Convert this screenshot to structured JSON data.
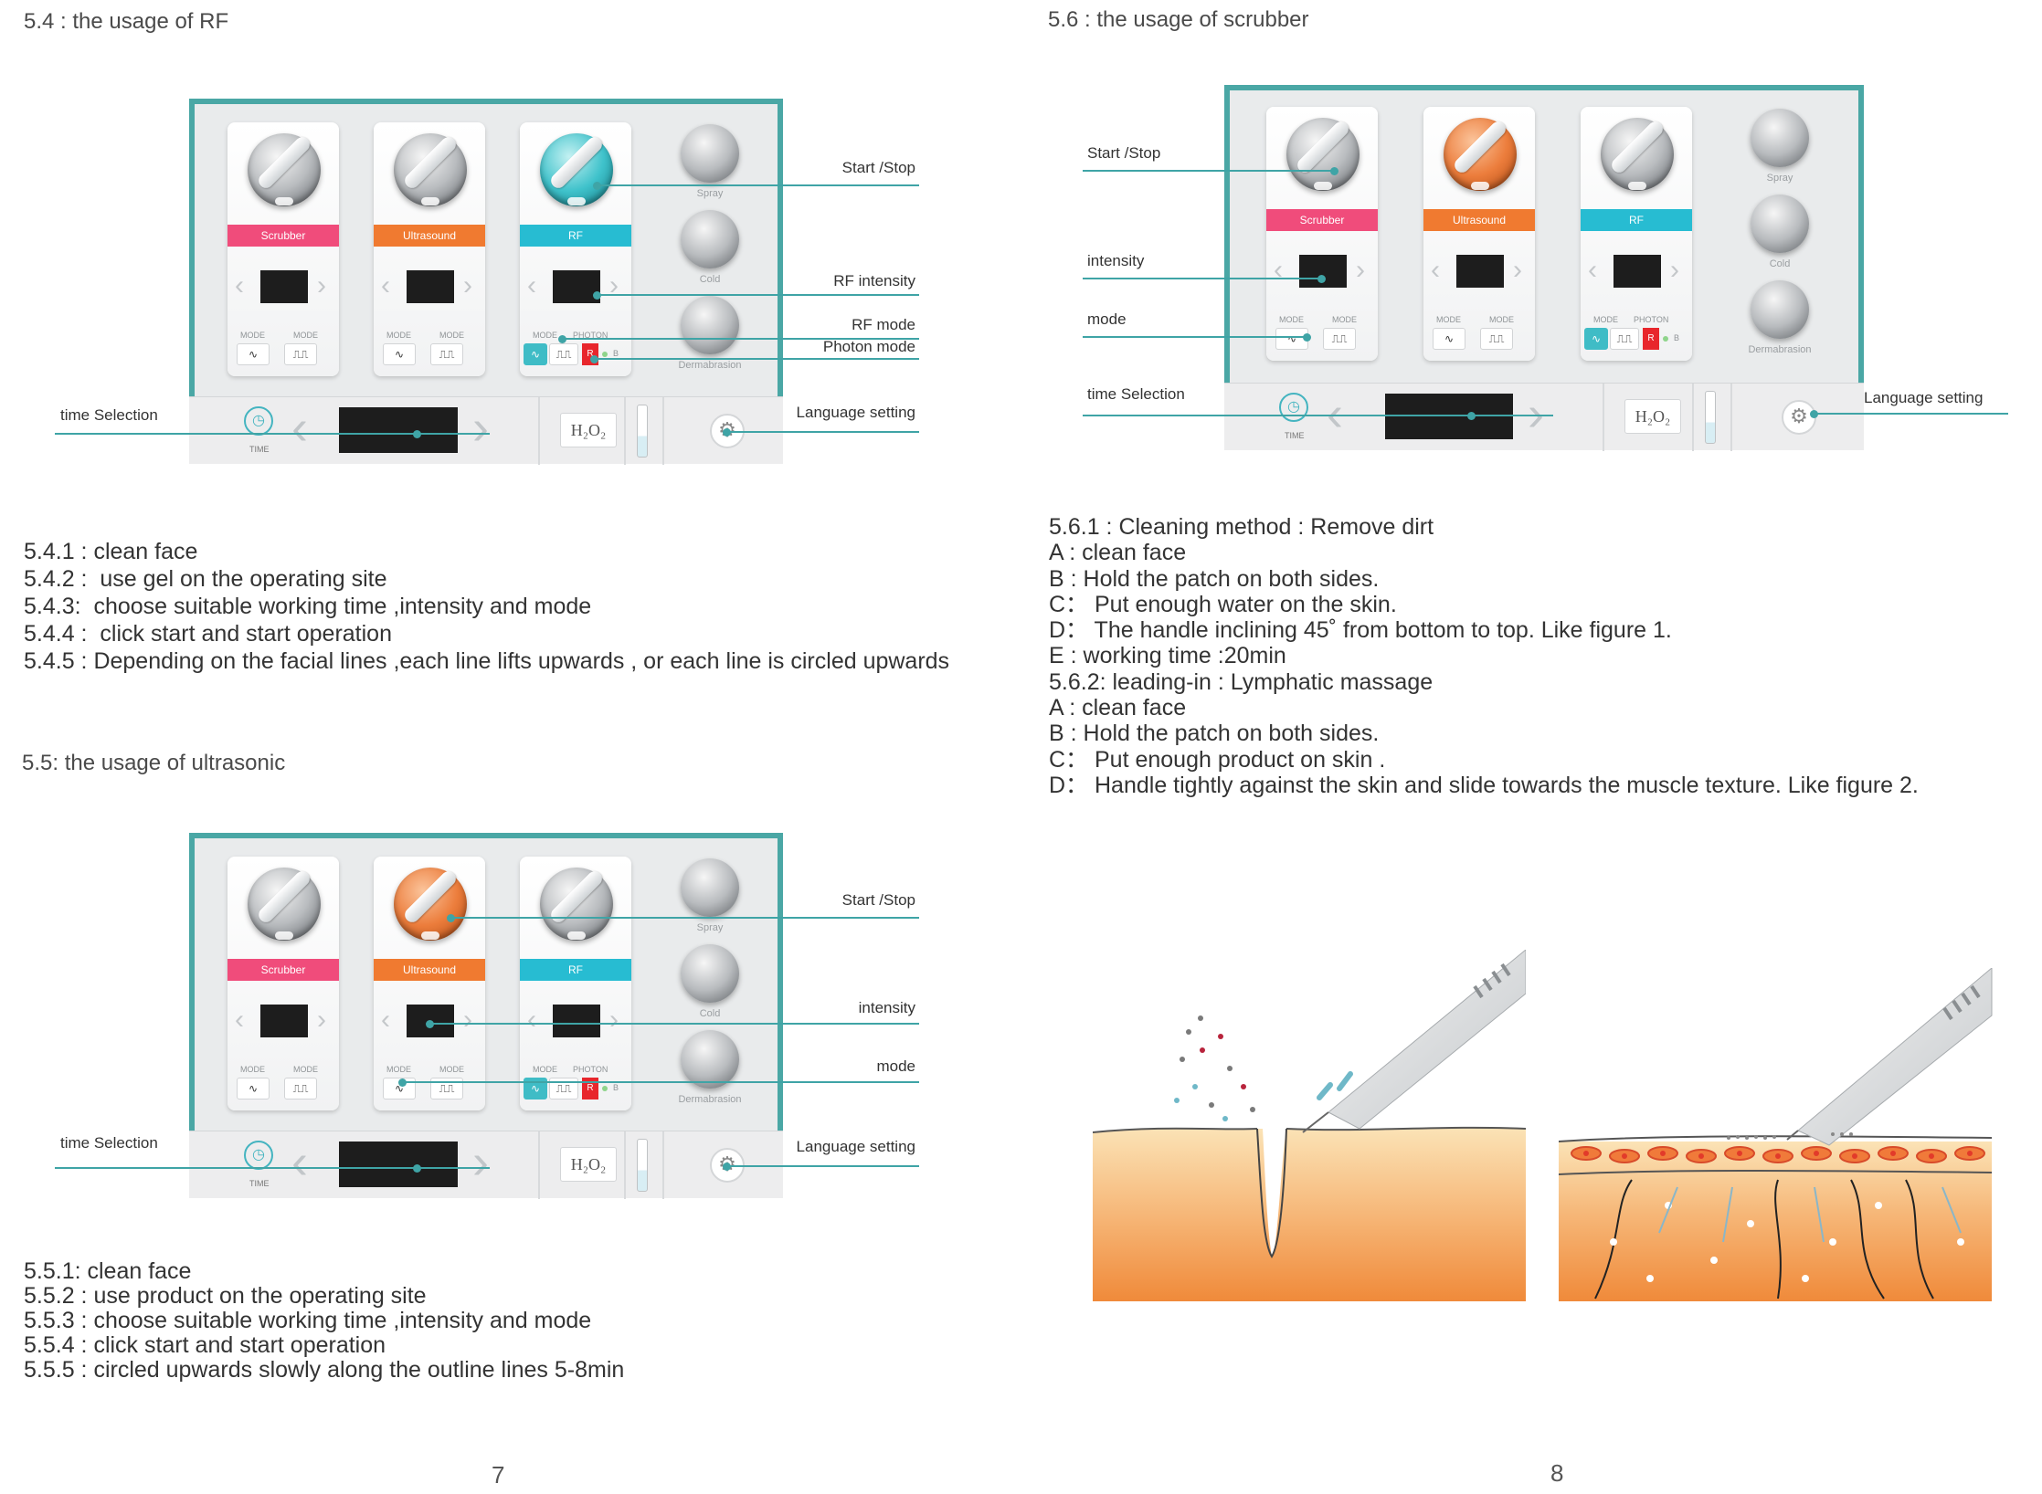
{
  "page_left": {
    "rf": {
      "title": "5.4 : the  usage of RF",
      "callouts": {
        "start_stop": "Start /Stop",
        "intensity": "RF intensity",
        "mode": "RF mode",
        "photon_mode": "Photon mode",
        "language": "Language setting",
        "time": "time  Selection"
      },
      "steps": [
        "5.4.1 : clean face",
        "5.4.2 :  use gel on the operating site",
        "5.4.3:  choose suitable working time ,intensity and mode",
        "5.4.4 :  click start and start operation",
        "5.4.5 : Depending on the facial lines ,each line lifts upwards , or each line is circled upwards"
      ]
    },
    "ultrasonic": {
      "title": "5.5: the  usage of ultrasonic",
      "callouts": {
        "start_stop": "Start /Stop",
        "intensity": "intensity",
        "mode": "mode",
        "language": "Language setting",
        "time": "time  Selection"
      },
      "steps": [
        "5.5.1: clean face",
        "5.5.2 : use product on the operating site",
        "5.5.3 : choose suitable working time ,intensity and mode",
        "5.5.4 : click start and start operation",
        "5.5.5 : circled upwards slowly along the outline lines 5-8min"
      ]
    },
    "page_number": "7"
  },
  "page_right": {
    "scrubber": {
      "title": "5.6 : the  usage of scrubber",
      "callouts": {
        "start_stop": "Start /Stop",
        "intensity": "intensity",
        "mode": "mode",
        "language": "Language setting",
        "time": "time  Selection"
      },
      "steps": [
        "5.6.1 : Cleaning method : Remove dirt",
        "A : clean face",
        "B : Hold the patch on both sides.",
        "C： Put enough water on the skin.",
        "D： The handle inclining 45˚  from bottom to top. Like figure 1.",
        "E : working time :20min",
        "5.6.2: leading-in : Lymphatic massage",
        "A : clean face",
        "B : Hold the patch on both sides.",
        "C： Put enough product on skin .",
        "D： Handle tightly against the skin and slide towards the muscle texture. Like figure 2."
      ]
    },
    "page_number": "8"
  },
  "device_panel": {
    "cards": [
      "Scrubber",
      "Ultrasound",
      "RF"
    ],
    "mode_caption": "MODE",
    "photon_caption": "PHOTON",
    "photon_red": "R",
    "photon_dot": "B",
    "side_tools": [
      "Spray",
      "Cold",
      "Dermabrasion"
    ],
    "time_caption": "TIME",
    "h2o2": "H₂O₂",
    "colors": {
      "frame": "#4aa7a5",
      "scrubber": "#f04c7b",
      "ultrasound": "#f07a30",
      "rf": "#27bcd2",
      "callout": "#3fa4a6"
    }
  },
  "icons": [
    "stopwatch-icon",
    "gear-icon",
    "sine-wave-icon",
    "square-wave-icon",
    "chevron-left-icon",
    "chevron-right-icon"
  ]
}
